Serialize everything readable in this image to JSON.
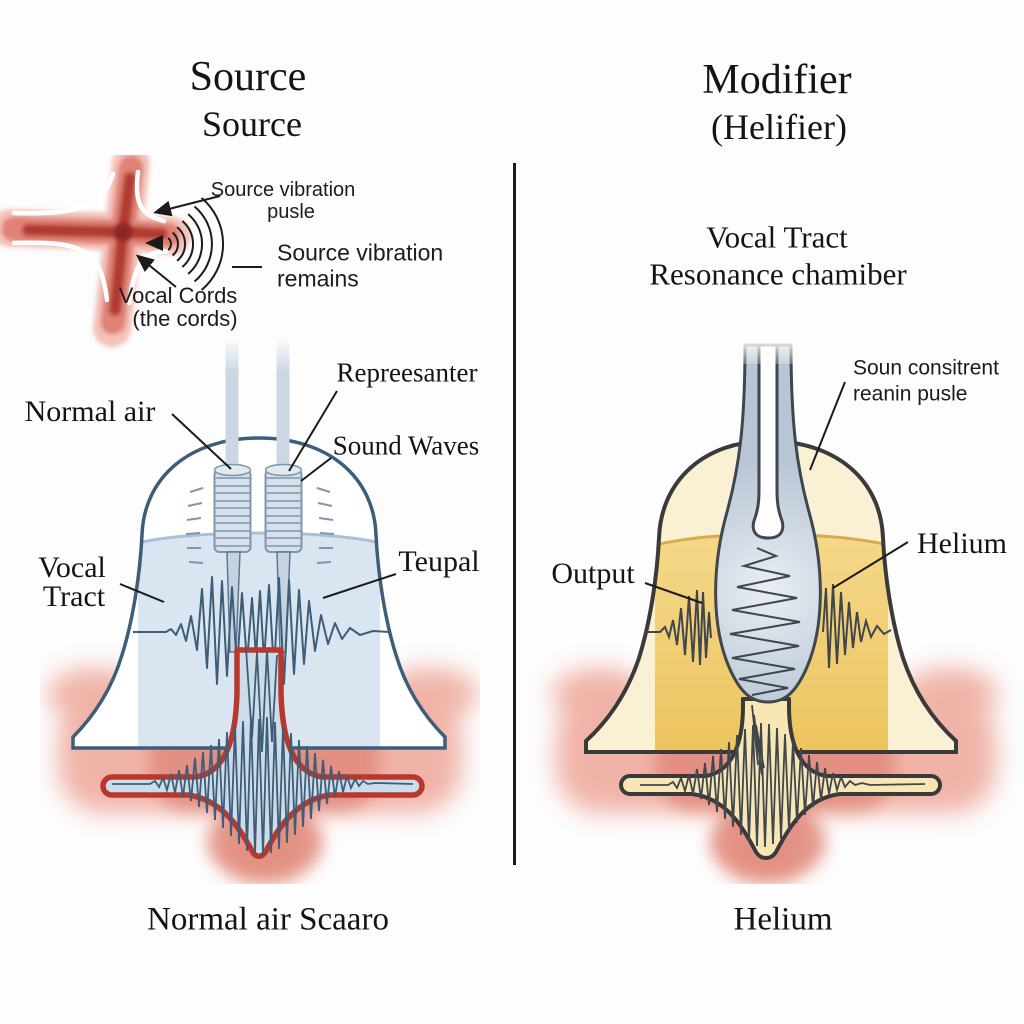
{
  "left_panel": {
    "title_line1": "Source",
    "title_line2": "Source",
    "inset": {
      "vibration_pulse_line1": "Source vibration",
      "vibration_pulse_line2": "pusle",
      "vibration_remains_line1": "Source vibration",
      "vibration_remains_line2": "remains",
      "vocal_cords_line1": "Vocal Cords",
      "vocal_cords_line2": "(the cords)"
    },
    "labels": {
      "normal_air": "Normal air",
      "representer": "Repreesanter",
      "sound_waves": "Sound Waves",
      "vocal_tract_line1": "Vocal",
      "vocal_tract_line2": "Tract",
      "teupal": "Teupal"
    },
    "caption": "Normal air Scaaro"
  },
  "right_panel": {
    "title_line1": "Modifier",
    "title_line2": "(Helifier)",
    "heading_line1": "Vocal Tract",
    "heading_line2": "Resonance chamiber",
    "labels": {
      "sound_constituent_line1": "Soun consitrent",
      "sound_constituent_line2": "reanin pusle",
      "helium": "Helium",
      "output": "Output"
    },
    "caption": "Helium"
  },
  "palette": {
    "background": "#fdfdfd",
    "text": "#141414",
    "divider": "#1b1b1b",
    "left_bell_outline": "#3d5d78",
    "left_bell_fill": "#d9e6f1",
    "tube_fill": "#ccd7e3",
    "red_airway": "#b8382e",
    "red_glow": "#eda193",
    "right_bell_outline": "#3a3a3a",
    "gold_fill": "#f2d077",
    "cream_fill": "#faf0d3",
    "sac_fill": "#c3cfdc"
  }
}
